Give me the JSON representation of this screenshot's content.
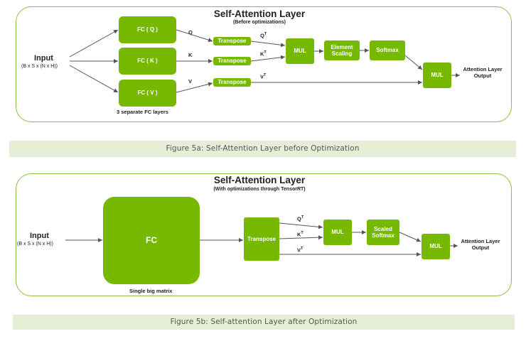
{
  "diagram_a": {
    "title": "Self-Attention Layer",
    "subtitle": "(Before optimizations)",
    "input_label": "Input",
    "input_dims": "(B x S x (N x H))",
    "fc_q": "FC ( Q )",
    "fc_k": "FC ( K )",
    "fc_v": "FC ( V )",
    "fc_note": "3 separate FC layers",
    "q": "Q",
    "k": "K",
    "v": "V",
    "transpose": "Transpose",
    "qt_base": "Q",
    "kt_base": "K",
    "vt_base": "V",
    "t_sup": "T",
    "mul": "MUL",
    "element_scaling": "Element Scaling",
    "softmax": "Softmax",
    "mul2": "MUL",
    "output": "Attention Layer Output"
  },
  "caption_a": "Figure 5a: Self-Attention Layer before Optimization",
  "diagram_b": {
    "title": "Self-Attention Layer",
    "subtitle": "(With optimizations through TensorRT)",
    "input_label": "Input",
    "input_dims": "(B x S x (N x H))",
    "fc": "FC",
    "fc_note": "Single big matrix",
    "transpose": "Transpose",
    "qt_base": "Q",
    "kt_base": "K",
    "vt_base": "V",
    "t_sup": "T",
    "mul": "MUL",
    "scaled_softmax": "Scaled Softmax",
    "mul2": "MUL",
    "output": "Attention Layer Output"
  },
  "caption_b": "Figure 5b: Self-attention Layer after Optimization",
  "colors": {
    "accent": "#76b900",
    "border": "#8cbf3f",
    "caption_bg": "#e6efd6"
  }
}
